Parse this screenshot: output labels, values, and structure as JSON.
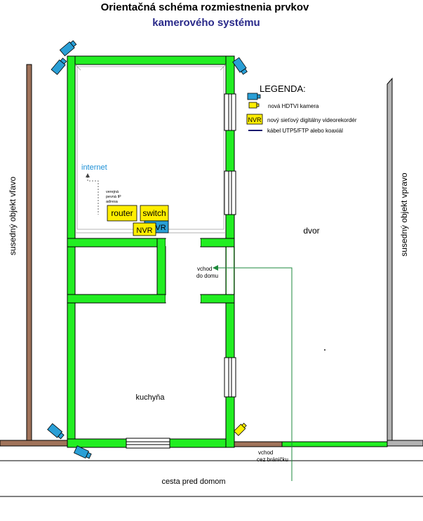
{
  "title": {
    "line1": "Orientačná schéma rozmiestnenia prvkov",
    "line2": "kamerového systému"
  },
  "legend": {
    "heading": "LEGENDA:",
    "camera_label": "nová HDTVI kamera",
    "nvr_tag": "NVR",
    "nvr_label": "nový sieťový digitálny videorekordér",
    "cable_label": "kábel UTP5/FTP alebo koaxiál"
  },
  "labels": {
    "neighbor_left": "susedný objekt vľavo",
    "neighbor_right": "susedný objekt vpravo",
    "yard": "dvor",
    "internet": "internet",
    "public_ip_1": "verejná",
    "public_ip_2": "pevná IP",
    "public_ip_3": "adresa",
    "router": "router",
    "switch": "switch",
    "nvr": "NVR",
    "nvr_behind": "VR",
    "entrance_1": "vchod",
    "entrance_2": "do domu",
    "kitchen": "kuchyňa",
    "gate_1": "vchod",
    "gate_2": "cez bráničku",
    "road": "cesta pred domom"
  },
  "colors": {
    "wall": "#22ee22",
    "wall_outline": "#000000",
    "camera": "#2a9fd6",
    "camera_yellow": "#ffee00",
    "device_yellow": "#ffee00",
    "neighbor_left": "#a0735a",
    "neighbor_right": "#b3b3b3",
    "cable": "#1a1a6e",
    "entrance_line": "#1e8a3c",
    "internet_text": "#1e90d6",
    "subtitle": "#2a2a8a"
  }
}
